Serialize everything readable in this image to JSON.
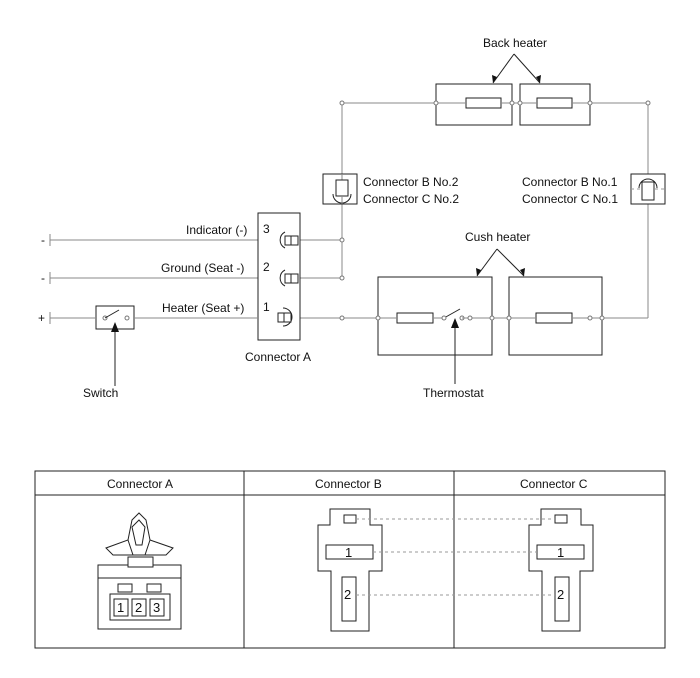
{
  "labels": {
    "back_heater": "Back heater",
    "cush_heater": "Cush heater",
    "connector_b2": "Connector B No.2",
    "connector_c2": "Connector C No.2",
    "connector_b1": "Connector B No.1",
    "connector_c1": "Connector C No.1",
    "indicator": "Indicator (-)",
    "ground": "Ground (Seat -)",
    "heater": "Heater (Seat +)",
    "pin3": "3",
    "pin2": "2",
    "pin1": "1",
    "connector_a": "Connector A",
    "switch": "Switch",
    "thermostat": "Thermostat",
    "polarity_indicator": "-",
    "polarity_ground": "-",
    "polarity_heater": "+"
  },
  "table": {
    "headers": [
      "Connector A",
      "Connector B",
      "Connector C"
    ],
    "connector_a_pins": [
      "1",
      "2",
      "3"
    ],
    "connector_b_pins": [
      "1",
      "2"
    ],
    "connector_c_pins": [
      "1",
      "2"
    ]
  }
}
